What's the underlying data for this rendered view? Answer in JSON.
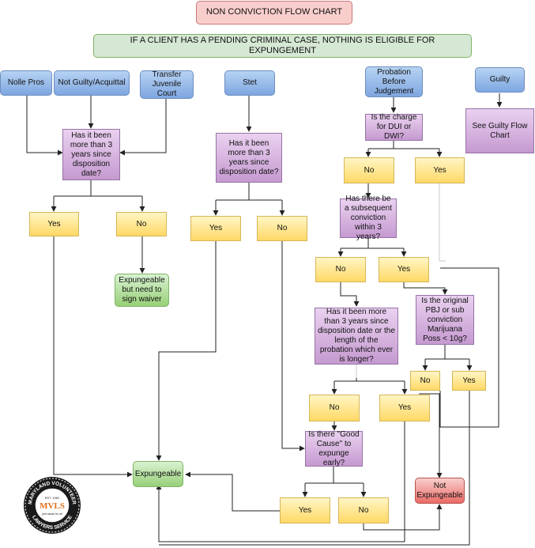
{
  "title": "NON CONVICTION FLOW CHART",
  "banner": "IF A CLIENT HAS A PENDING CRIMINAL CASE, NOTHING IS ELIGIBLE FOR EXPUNGEMENT",
  "categories": {
    "nolle_pros": "Nolle Pros",
    "not_guilty": "Not Guilty/Acquittal",
    "transfer": "Transfer Juvenile Court",
    "stet": "Stet",
    "pbj": "Probation Before Judgement",
    "guilty": "Guilty"
  },
  "questions": {
    "q1": "Has it been more than 3 years since disposition date?",
    "q_stet": "Has it been more than 3 years since disposition date?",
    "q_dui": "Is the charge for DUI or DWI?",
    "q_subsequent": "Has there be a subsequent conviction within 3 years?",
    "q_probation": "Has it been more than 3 years since disposition date or the length of the probation which ever is longer?",
    "q_marijuana": "Is the original PBJ or sub conviction Marijuana Poss < 10g?",
    "q_good_cause": "Is there \"Good Cause\" to expunge early?"
  },
  "answers": {
    "yes": "Yes",
    "no": "No"
  },
  "outcomes": {
    "see_guilty": "See Guilty Flow Chart",
    "waiver": "Expungeable but need to sign waiver",
    "expungeable": "Expungeable",
    "not_expungeable": "Not Expungeable"
  },
  "logo": {
    "top_text": "MARYLAND VOLUNTEER",
    "bottom_text": "LAWYERS SERVICE",
    "initials": "MVLS",
    "est": "EST. 1981",
    "motto": "just cause for all",
    "colors": {
      "ring": "#1a1a1a",
      "accent": "#e0701a"
    }
  },
  "colors": {
    "line": "#222222",
    "faint_line": "#b0b0b0"
  }
}
